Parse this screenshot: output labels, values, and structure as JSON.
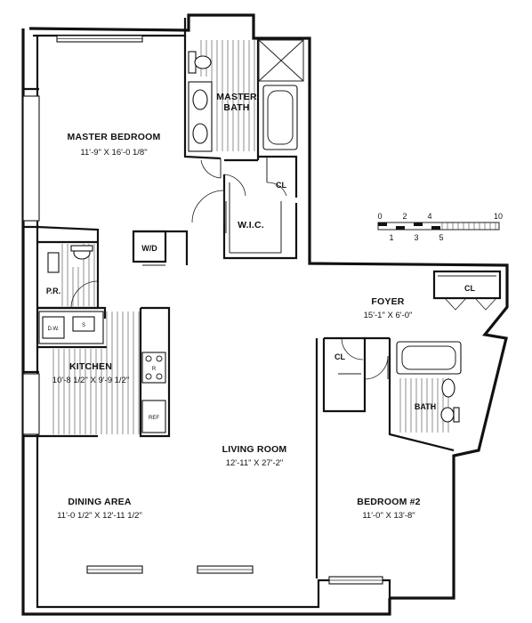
{
  "rooms": {
    "master_bedroom": {
      "name": "MASTER BEDROOM",
      "dims": "11'-9\" X 16'-0 1/8\""
    },
    "master_bath": {
      "name_line1": "MASTER",
      "name_line2": "BATH"
    },
    "wic": {
      "name": "W.I.C."
    },
    "cl_wic": {
      "name": "CL"
    },
    "wd": {
      "name": "W/D"
    },
    "pr": {
      "name": "P.R."
    },
    "foyer": {
      "name": "FOYER",
      "dims": "15'-1\" X 6'-0\""
    },
    "foyer_closet": {
      "name": "CL"
    },
    "kitchen": {
      "name": "KITCHEN",
      "dims": "10'-8 1/2\" X 9'-9 1/2\""
    },
    "kitchen_dw": {
      "name": "D.W."
    },
    "kitchen_sink": {
      "name": "S"
    },
    "kitchen_range": {
      "name": "R"
    },
    "kitchen_ref": {
      "name": "REF"
    },
    "living_room": {
      "name": "LIVING ROOM",
      "dims": "12'-11\" X 27'-2\""
    },
    "dining_area": {
      "name": "DINING AREA",
      "dims": "11'-0 1/2\" X 12'-11 1/2\""
    },
    "bedroom2": {
      "name": "BEDROOM #2",
      "dims": "11'-0\" X 13'-8\""
    },
    "bath2": {
      "name": "BATH"
    },
    "bed2_closet": {
      "name": "CL"
    }
  },
  "scale": {
    "top_labels": [
      "0",
      "2",
      "4",
      "10"
    ],
    "bottom_labels": [
      "1",
      "3",
      "5"
    ]
  }
}
